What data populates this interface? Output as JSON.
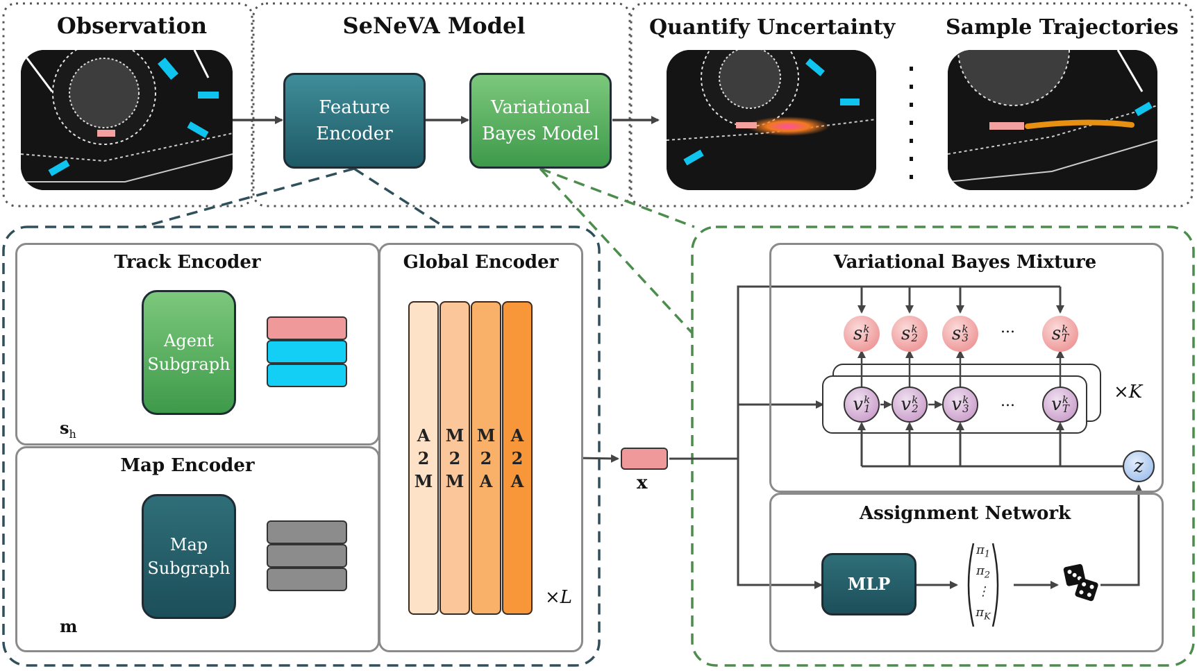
{
  "top": {
    "observation_title": "Observation",
    "model_title": "SeNeVA Model",
    "uncertainty_title": "Quantify Uncertainty",
    "samples_title": "Sample Trajectories",
    "feature_encoder": [
      "Feature",
      "Encoder"
    ],
    "vb_model": [
      "Variational",
      "Bayes Model"
    ]
  },
  "left": {
    "track_encoder_title": "Track Encoder",
    "map_encoder_title": "Map Encoder",
    "global_encoder_title": "Global Encoder",
    "agent_subgraph": [
      "Agent",
      "Subgraph"
    ],
    "map_subgraph": [
      "Map",
      "Subgraph"
    ],
    "track_input_label": "s",
    "track_input_sub": "h",
    "map_input_label": "m",
    "layers": [
      {
        "lines": [
          "A",
          "2",
          "M"
        ],
        "color": "#fde2c7"
      },
      {
        "lines": [
          "M",
          "2",
          "M"
        ],
        "color": "#fbc79a"
      },
      {
        "lines": [
          "M",
          "2",
          "A"
        ],
        "color": "#f9b069"
      },
      {
        "lines": [
          "A",
          "2",
          "A"
        ],
        "color": "#f7973a"
      }
    ],
    "repeat_label": "×L",
    "track_tokens": [
      "#f0999a",
      "#13cff5",
      "#13cff5"
    ],
    "map_tokens": [
      "#8c8c8c",
      "#8c8c8c",
      "#8c8c8c"
    ]
  },
  "middle": {
    "feature_label": "x"
  },
  "right": {
    "vbm_title": "Variational Bayes Mixture",
    "assign_title": "Assignment Network",
    "mlp_label": "MLP",
    "s_nodes": [
      {
        "base": "s",
        "sub": "1",
        "sup": "k"
      },
      {
        "base": "s",
        "sub": "2",
        "sup": "k"
      },
      {
        "base": "s",
        "sub": "3",
        "sup": "k"
      },
      {
        "base": "s",
        "sub": "T",
        "sup": "k"
      }
    ],
    "v_nodes": [
      {
        "base": "v",
        "sub": "1",
        "sup": "k"
      },
      {
        "base": "v",
        "sub": "2",
        "sup": "k"
      },
      {
        "base": "v",
        "sub": "3",
        "sup": "k"
      },
      {
        "base": "v",
        "sub": "T",
        "sup": "k"
      }
    ],
    "ellipsis": "...",
    "z_label": "z",
    "repeat_label": "×K",
    "pi_vector": [
      {
        "base": "π",
        "sub": "1"
      },
      {
        "base": "π",
        "sub": "2"
      },
      {
        "base": "⋮",
        "sub": ""
      },
      {
        "base": "π",
        "sub": "K"
      }
    ]
  },
  "colors": {
    "left_dash": "#2f4f5a",
    "right_dash": "#4c8c4c",
    "arrow": "#444444"
  }
}
